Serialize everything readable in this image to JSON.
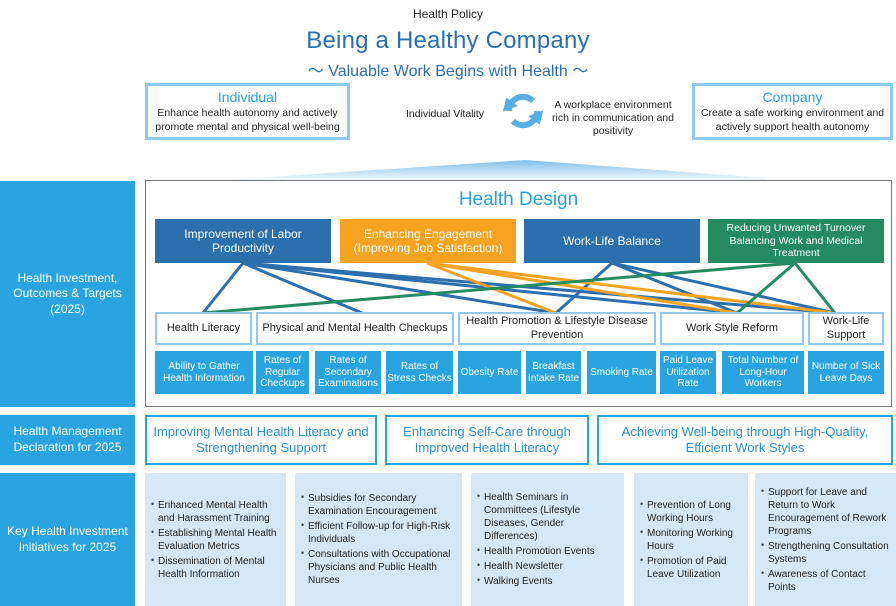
{
  "header": {
    "policy_label": "Health Policy",
    "title": "Being a Healthy Company",
    "subtitle": "〜 Valuable Work Begins with Health 〜"
  },
  "individual": {
    "title": "Individual",
    "description": "Enhance health autonomy and actively promote mental and physical well-being"
  },
  "company": {
    "title": "Company",
    "description": "Create a safe working environment and actively support health autonomy"
  },
  "cycle": {
    "left_label": "Individual Vitality",
    "right_label": "A workplace environment rich in communication and positivity",
    "icon": "cycle-arrows-icon"
  },
  "rows": {
    "investment_label": "Health Investment, Outcomes & Targets (2025)",
    "declaration_label": "Health Management Declaration for 2025",
    "initiatives_label": "Key Health Investment Initiatives for 2025"
  },
  "colors": {
    "blue": "#2a6fb5",
    "orange": "#f5a623",
    "green": "#1e8a60",
    "light_blue": "#2aa4e0",
    "pale_blue": "#d6e8f6"
  },
  "design": {
    "title": "Health Design",
    "goals": [
      {
        "label": "Improvement of Labor Productivity",
        "color": "#2c6fad"
      },
      {
        "label": "Enhancing Engagement (Improving Job Satisfaction)",
        "color": "#f5a321"
      },
      {
        "label": "Work-Life Balance",
        "color": "#2c6fad"
      },
      {
        "label": "Reducing Unwanted Turnover Balancing Work and Medical Treatment",
        "color": "#238a62"
      }
    ],
    "domains": [
      {
        "label": "Health Literacy"
      },
      {
        "label": "Physical and Mental Health Checkups"
      },
      {
        "label": "Health Promotion & Lifestyle Disease Prevention"
      },
      {
        "label": "Work Style Reform"
      },
      {
        "label": "Work-Life Support"
      }
    ],
    "metrics": [
      "Ability to Gather Health Information",
      "Rates of Regular Checkups",
      "Rates of Secondary Examinations",
      "Rates of Stress Checks",
      "Obesity Rate",
      "Breakfast Intake Rate",
      "Smoking Rate",
      "Paid Leave Utilization Rate",
      "Total Number of Long-Hour Workers",
      "Number of Sick Leave Days"
    ],
    "links": [
      {
        "goal": 0,
        "domain": 0
      },
      {
        "goal": 0,
        "domain": 1
      },
      {
        "goal": 0,
        "domain": 2
      },
      {
        "goal": 0,
        "domain": 3
      },
      {
        "goal": 0,
        "domain": 4
      },
      {
        "goal": 1,
        "domain": 2
      },
      {
        "goal": 1,
        "domain": 3
      },
      {
        "goal": 1,
        "domain": 4
      },
      {
        "goal": 2,
        "domain": 2
      },
      {
        "goal": 2,
        "domain": 3
      },
      {
        "goal": 2,
        "domain": 4
      },
      {
        "goal": 3,
        "domain": 0
      },
      {
        "goal": 3,
        "domain": 3
      },
      {
        "goal": 3,
        "domain": 4
      }
    ]
  },
  "declarations": [
    "Improving Mental Health Literacy and Strengthening Support",
    "Enhancing Self-Care through Improved Health Literacy",
    "Achieving Well-being through High-Quality, Efficient Work Styles"
  ],
  "initiatives": [
    [
      "Enhanced Mental Health and Harassment Training",
      "Establishing Mental Health Evaluation Metrics",
      "Dissemination of Mental Health Information"
    ],
    [
      "Subsidies for Secondary Examination Encouragement",
      "Efficient Follow-up for High-Risk Individuals",
      "Consultations with Occupational Physicians and Public Health Nurses"
    ],
    [
      "Health Seminars in Committees (Lifestyle Diseases, Gender Differences)",
      "Health Promotion Events",
      "Health Newsletter",
      "Walking Events"
    ],
    [
      "Prevention of Long Working Hours",
      "Monitoring Working Hours",
      "Promotion of Paid Leave Utilization"
    ],
    [
      "Support for Leave and Return to Work Encouragement of Rework Programs",
      "Strengthening Consultation Systems",
      "Awareness of Contact Points"
    ]
  ]
}
